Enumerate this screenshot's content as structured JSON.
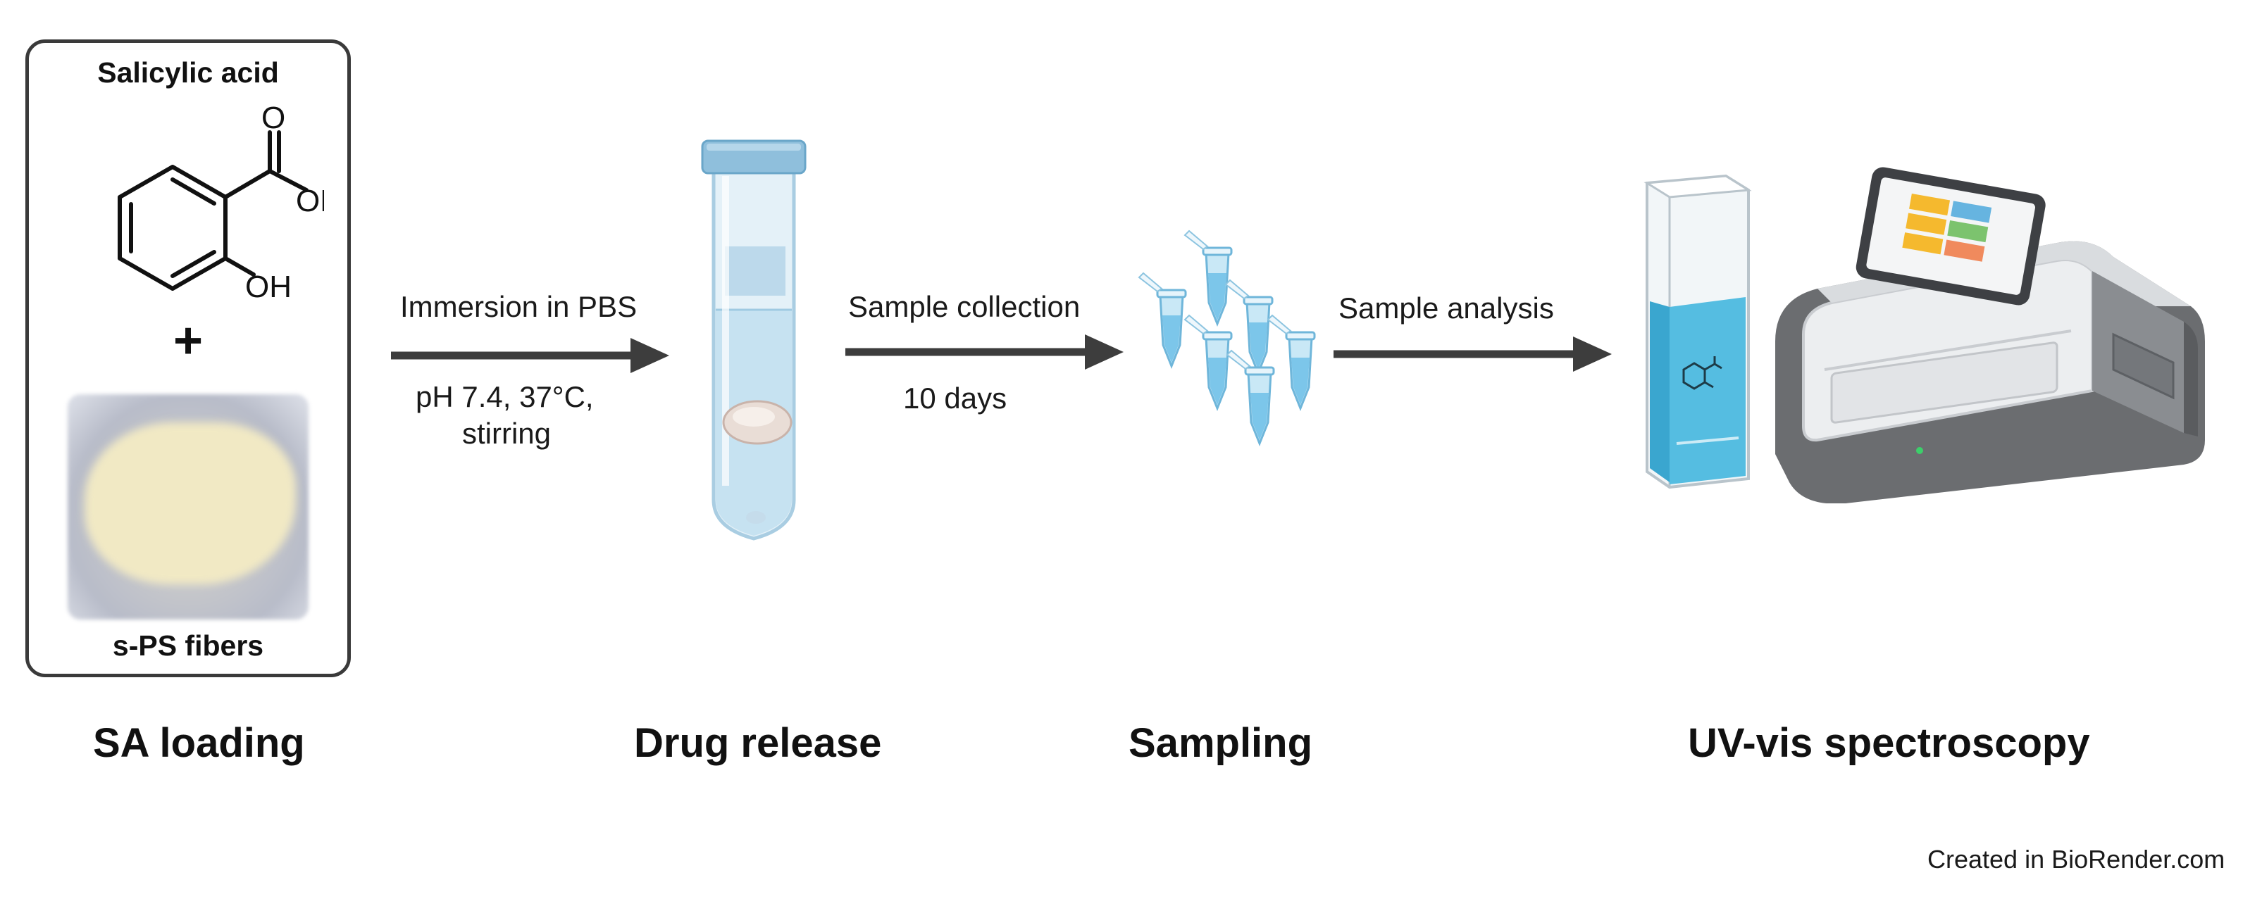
{
  "loading_box": {
    "title_top": "Salicylic acid",
    "plus": "+",
    "title_bottom": "s-PS fibers",
    "molecule": {
      "carbonyl_o": "O",
      "acid_oh": "OH",
      "phenol_oh": "OH"
    }
  },
  "arrows": [
    {
      "above": "Immersion in PBS",
      "below_line1": "pH 7.4, 37°C,",
      "below_line2": "stirring"
    },
    {
      "above": "Sample collection",
      "below_line1": "10 days"
    },
    {
      "above": "Sample analysis"
    }
  ],
  "stages": [
    {
      "label": "SA loading"
    },
    {
      "label": "Drug release"
    },
    {
      "label": "Sampling"
    },
    {
      "label": "UV-vis spectroscopy"
    }
  ],
  "credit": "Created in BioRender.com",
  "colors": {
    "arrow": "#3d3d3d",
    "tube_blue": "#cfe6f3",
    "tube_cap": "#8fbfdc",
    "cuvette_liquid": "#4fb8dc",
    "spectrometer_body": "#e9eaec",
    "spectrometer_dark": "#6b6d70",
    "fiber": "#f3ecc8"
  },
  "icons": [
    "salicylic-acid-structure",
    "fiber-sample-image",
    "centrifuge-tube-icon",
    "microtube-icon",
    "cuvette-icon",
    "spectrophotometer-icon"
  ]
}
